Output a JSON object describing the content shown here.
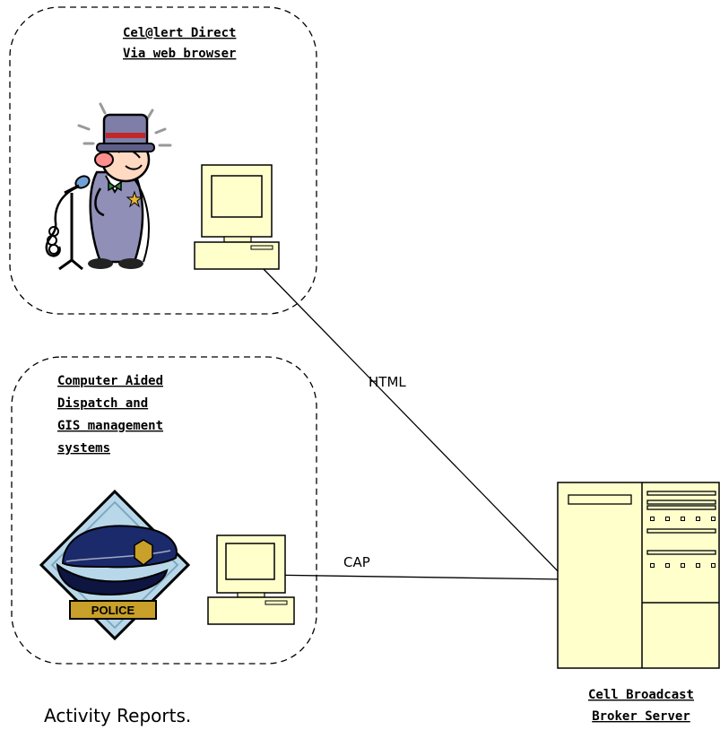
{
  "groups": {
    "celert": {
      "lines": [
        "Cel@lert Direct",
        "Via web browser"
      ]
    },
    "cad": {
      "lines": [
        "Computer Aided",
        "Dispatch and",
        "GIS  management",
        "systems"
      ]
    }
  },
  "connections": {
    "html": "HTML",
    "cap": "CAP"
  },
  "server": {
    "lines": [
      "Cell Broadcast",
      "Broker Server"
    ]
  },
  "footer": {
    "activity": "Activity Reports."
  },
  "badge": {
    "police": "POLICE"
  },
  "icons": [
    "announcer-clipart-icon",
    "computer-icon",
    "police-hat-icon",
    "server-cabinet-icon"
  ],
  "colors": {
    "computer_fill": "#ffffcc",
    "hat_blue": "#1b2a6b",
    "badge_gold": "#c8a02a",
    "suit_purple": "#8f8fb8"
  }
}
